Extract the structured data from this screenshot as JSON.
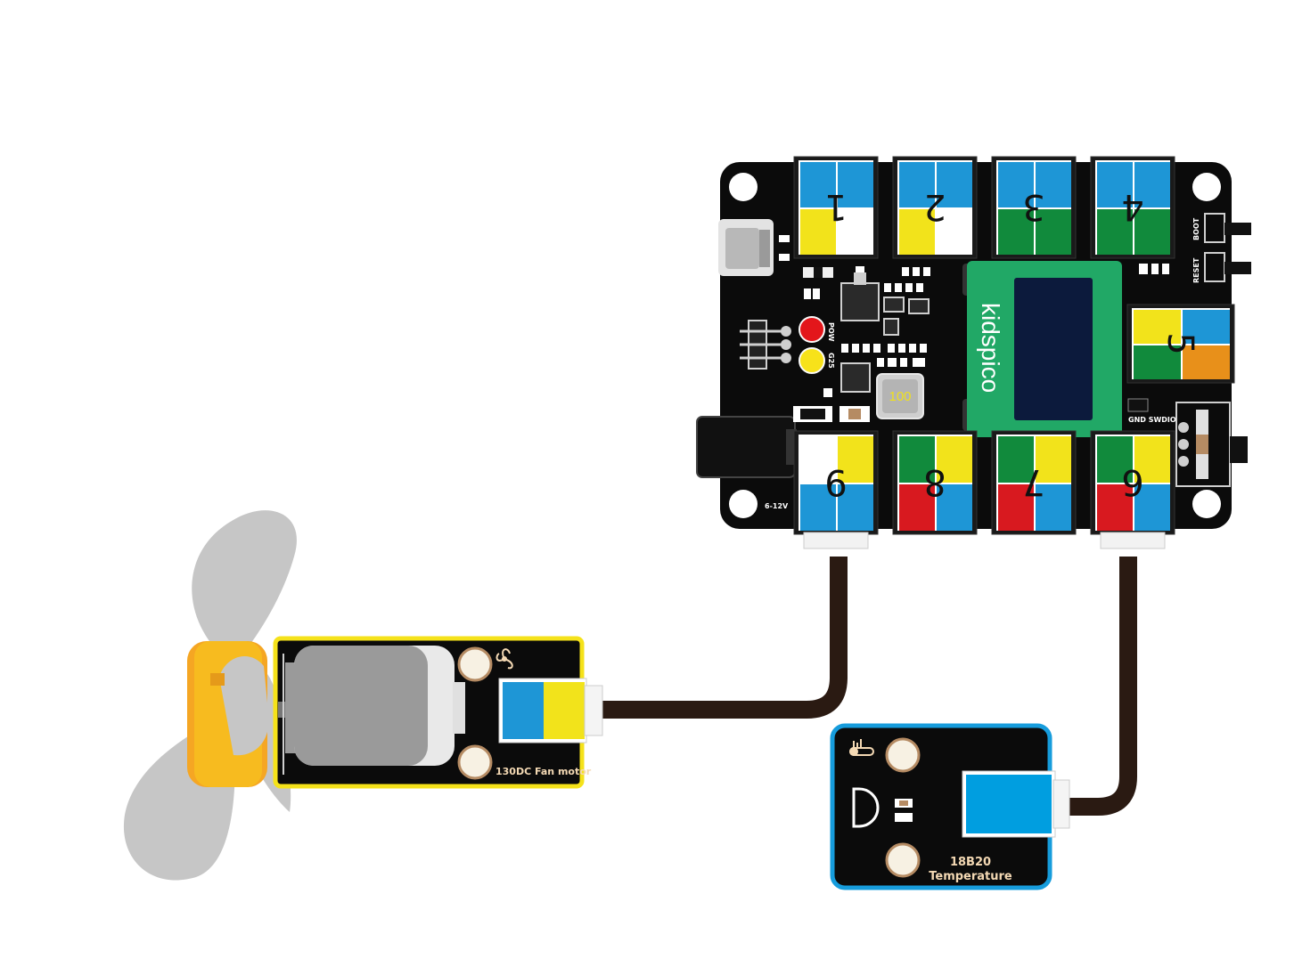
{
  "board": {
    "brand": "kidspico",
    "power_label": "6-12V",
    "led_labels": [
      "POW",
      "G25"
    ],
    "button_labels": [
      "BOOT",
      "RESET"
    ],
    "inductor_label": "100",
    "header_label": "GND  SWDIO",
    "ports_top": [
      "1",
      "2",
      "3",
      "4"
    ],
    "port_side": "5",
    "ports_bottom": [
      "9",
      "8",
      "7",
      "6"
    ]
  },
  "fan_module": {
    "label": "130DC Fan motor"
  },
  "temp_module": {
    "label_line1": "18B20",
    "label_line2": "Temperature"
  },
  "colors": {
    "blue": "#1e96d6",
    "yellow": "#f2e31b",
    "white": "#ffffff",
    "green": "#118a3c",
    "red": "#d8191f",
    "orange": "#e8901a",
    "board": "#0b0b0b",
    "oled_frame": "#21a866",
    "oled_screen": "#0c1a3c",
    "fan_border": "#f5e21a",
    "temp_border": "#169cdc",
    "cable": "#2a1a12",
    "propeller": "#c6c6c6",
    "hub": "#f7bb1f"
  }
}
